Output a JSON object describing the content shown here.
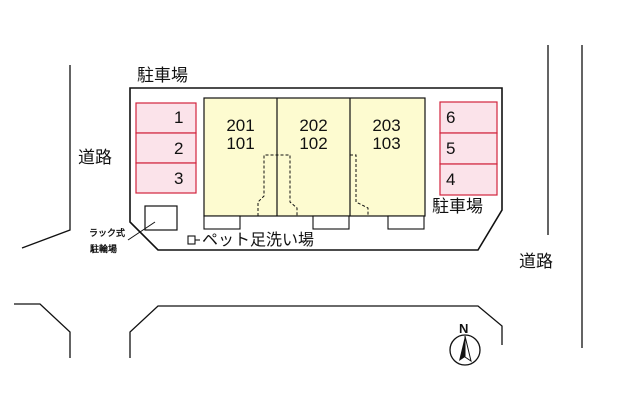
{
  "map": {
    "road_left": "道路",
    "road_right": "道路",
    "parking_top": "駐車場",
    "parking_right": "駐車場",
    "bike_parking_line1": "ラック式",
    "bike_parking_line2": "駐輪場",
    "pet_wash": "ペット足洗い場",
    "north": "N",
    "units": [
      {
        "upper": "201",
        "lower": "101"
      },
      {
        "upper": "202",
        "lower": "102"
      },
      {
        "upper": "203",
        "lower": "103"
      }
    ],
    "parking_left": [
      "1",
      "2",
      "3"
    ],
    "parking_right_slots": [
      "6",
      "5",
      "4"
    ],
    "colors": {
      "parking_fill": "#fbe3ea",
      "parking_border": "#d2233c",
      "building_fill": "#fdfbd0",
      "line": "#111111"
    }
  }
}
